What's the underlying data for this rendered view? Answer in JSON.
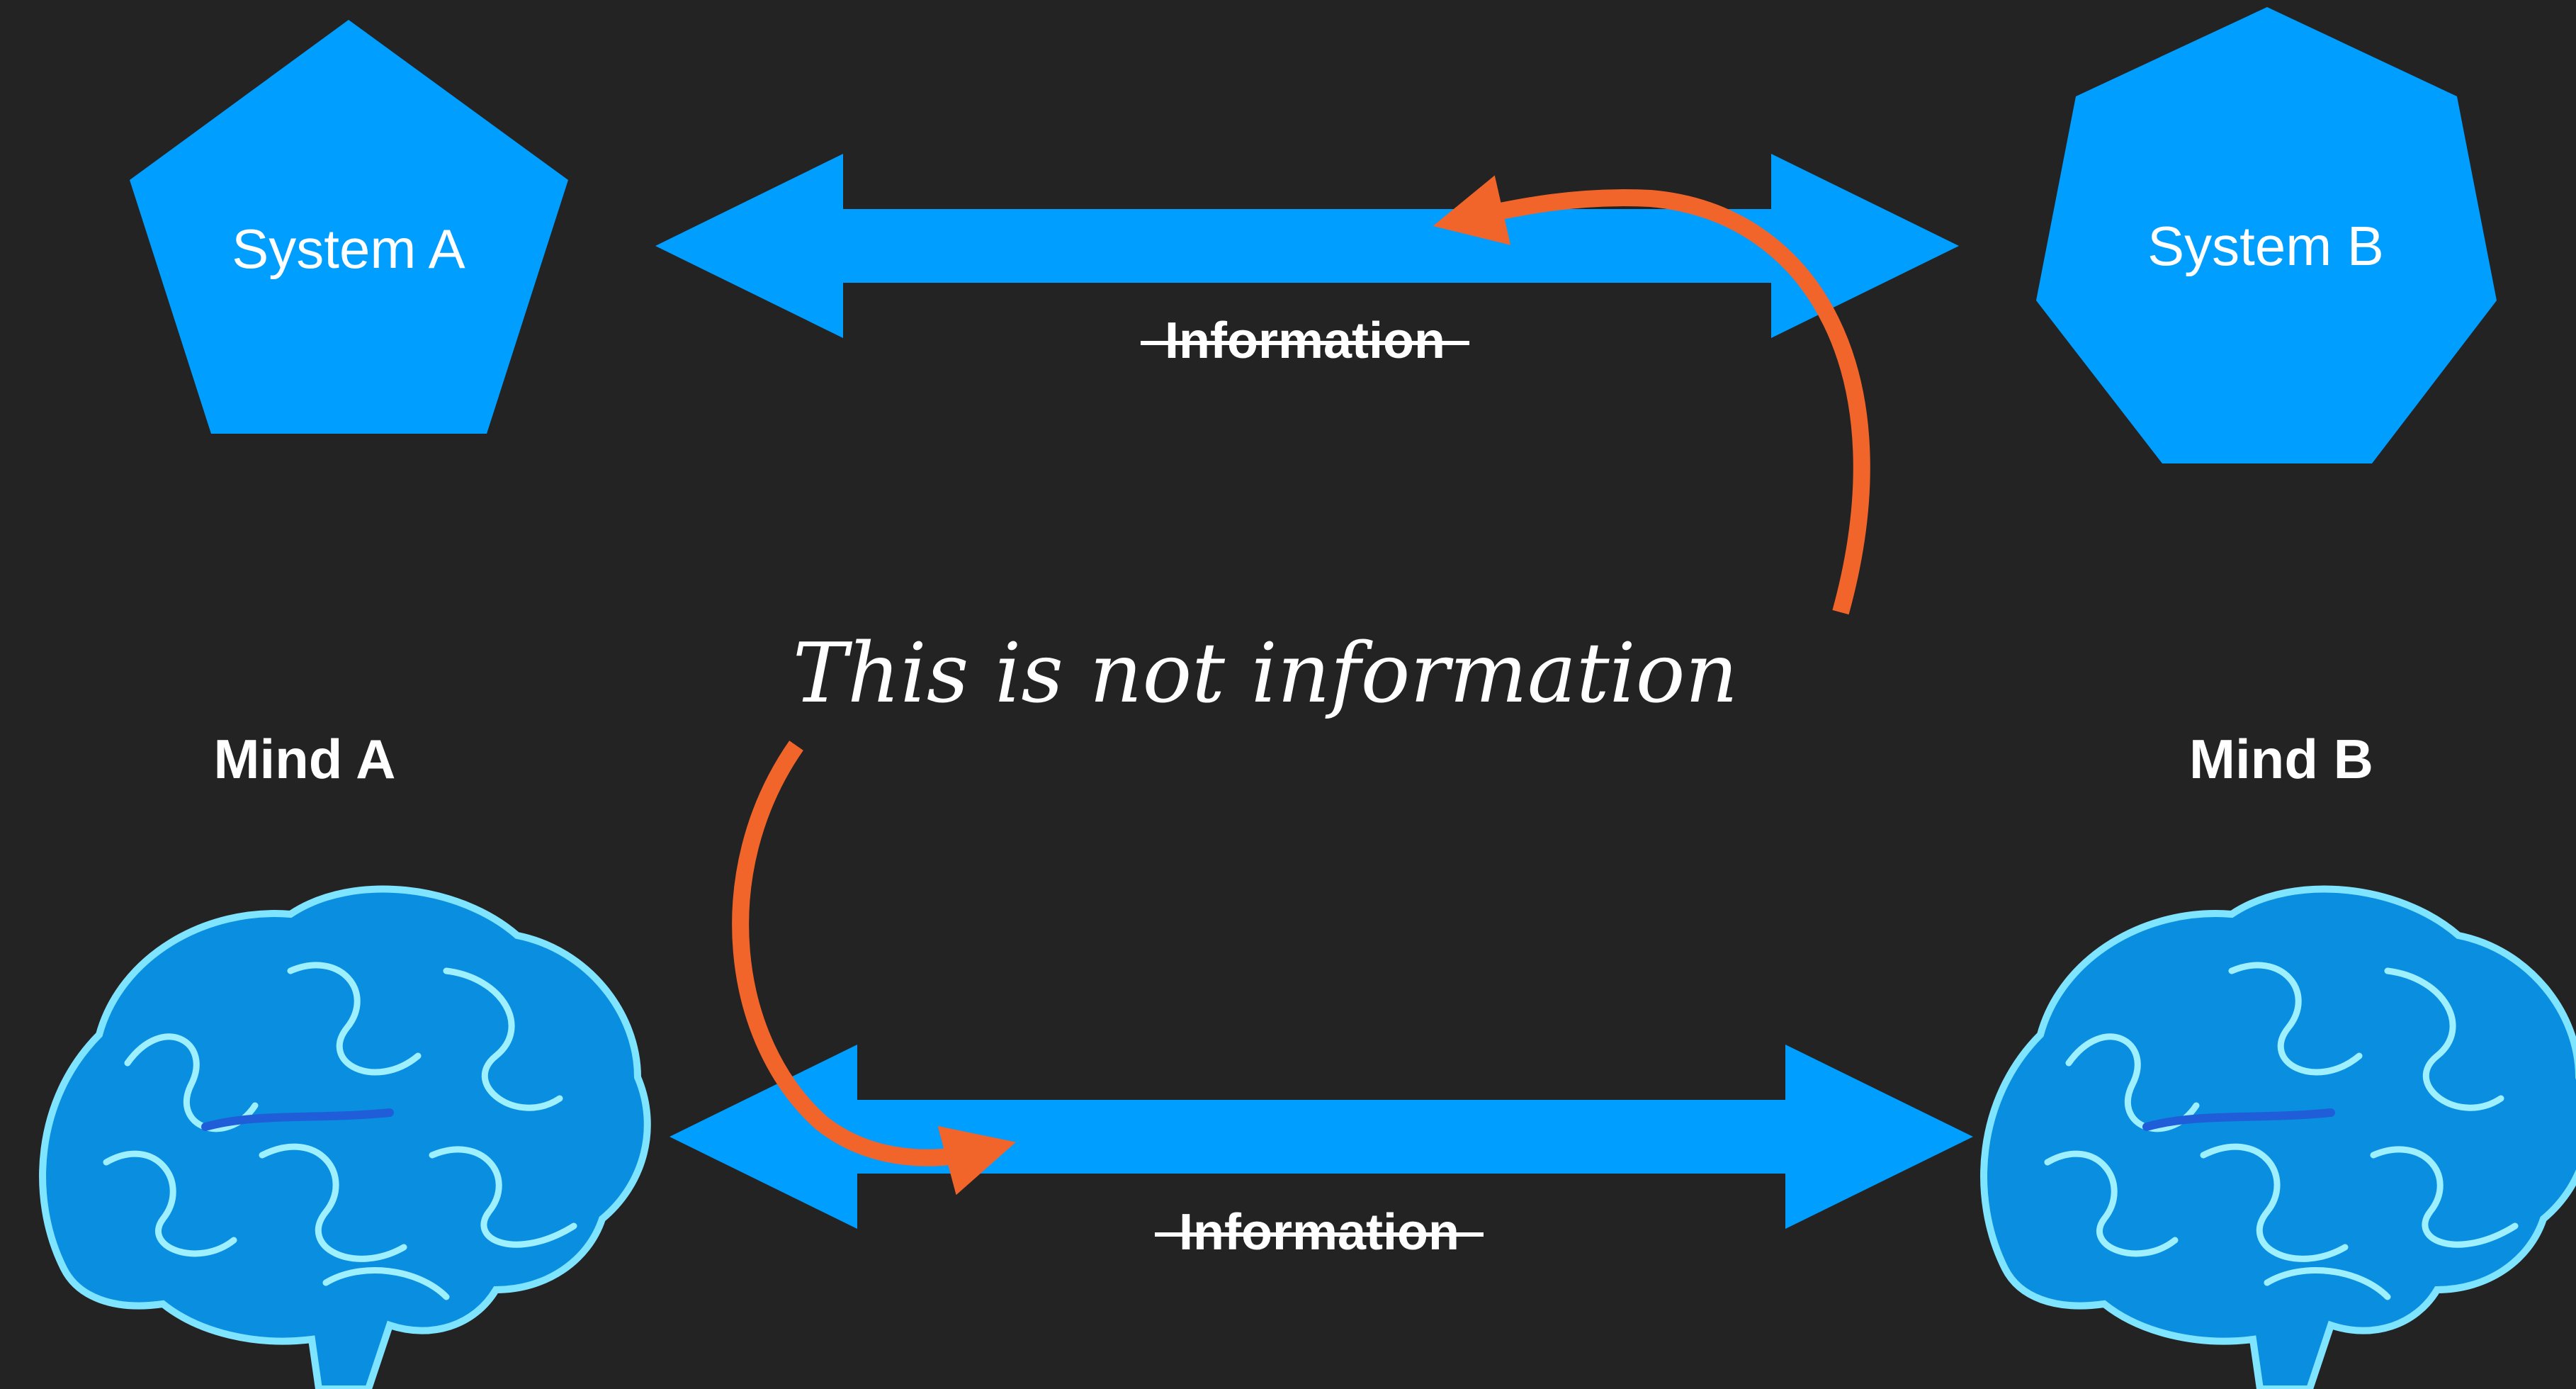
{
  "diagram": {
    "system_a": {
      "label": "System A",
      "shape": "pentagon"
    },
    "system_b": {
      "label": "System B",
      "shape": "heptagon"
    },
    "mind_a": {
      "label": "Mind A",
      "icon": "brain-icon"
    },
    "mind_b": {
      "label": "Mind B",
      "icon": "brain-icon"
    },
    "top_arrow": {
      "label": "Information",
      "struck_through": true
    },
    "bottom_arrow": {
      "label": "Information",
      "struck_through": true
    },
    "annotation": {
      "text": "This is not information"
    }
  },
  "colors": {
    "background": "#232323",
    "shape_blue": "#009eff",
    "annotation_orange": "#f2652a",
    "text": "#ffffff"
  }
}
